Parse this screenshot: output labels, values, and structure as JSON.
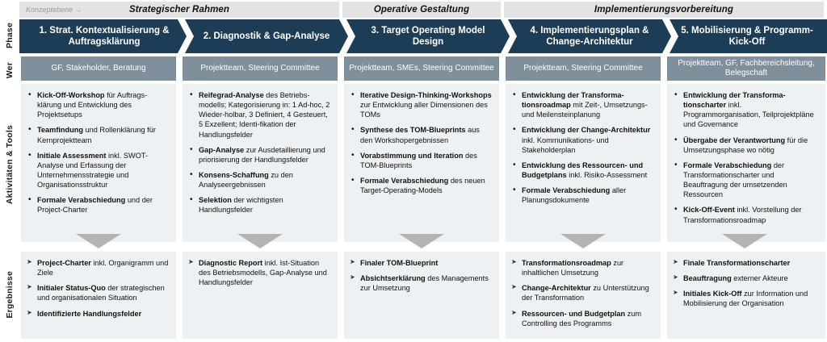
{
  "rows": {
    "phase_label": "Phase",
    "wer_label": "Wer",
    "activities_label": "Aktivitäten & Tools",
    "results_label": "Ergebnisse"
  },
  "konzeptebene_prefix": "Konzeptebene →",
  "bands": [
    {
      "title": "Strategischer Rahmen"
    },
    {
      "title": "Operative Gestaltung"
    },
    {
      "title": "Implementierungsvorbereitung"
    }
  ],
  "colors": {
    "phase_navy": "#1d3d56",
    "wer_grey": "#7f8f9b",
    "card_grey": "#eef1f4",
    "band_grey": "#e3e3e3",
    "arrow_grey": "#b4b4b4"
  },
  "phases": [
    {
      "title": "1. Strat. Kontextualisierung & Auftragsklärung",
      "wer": "GF, Stakeholder, Beratung",
      "activities": [
        {
          "bold": "Kick-Off-Workshop",
          "rest": " für Auftrags-klärung und Entwicklung des Projektsetups"
        },
        {
          "bold": "Teamfindung",
          "rest": " und Rollenklärung für Kernprojektteam"
        },
        {
          "bold": "Initiale Assessment",
          "rest": "  inkl. SWOT-Analyse und Erfassung der Unternehmensstrategie und Organisationsstruktur"
        },
        {
          "bold": "Formale Verabschiedung",
          "rest": " und der Project-Charter"
        }
      ],
      "results": [
        {
          "bold": "Project-Charter",
          "rest": " inkl. Organigramm und Ziele"
        },
        {
          "bold": "Initialer Status-Quo",
          "rest": " der strategischen und organisationalen Situation"
        },
        {
          "bold": "Identifizierte Handlungsfelder",
          "rest": ""
        }
      ]
    },
    {
      "title": "2. Diagnostik & Gap-Analyse",
      "wer": "Projektteam, Steering Committee",
      "activities": [
        {
          "bold": "Reifegrad-Analyse",
          "rest": " des Betriebs-modells; Kategorisierung in: 1 Ad-hoc,  2 Wieder-holbar, 3 Definiert, 4 Gesteuert, 5 Exzellent; Identi-fikation der Handlungsfelder"
        },
        {
          "bold": "Gap-Analyse",
          "rest": " zur Ausdetaillierung und priorisierung der Handlungsfelder"
        },
        {
          "bold": "Konsens-Schaffung",
          "rest": " zu den Analyseergebnissen"
        },
        {
          "bold": "Selektion",
          "rest": " der wichtigsten Handlungsfelder"
        }
      ],
      "results": [
        {
          "bold": "Diagnostic Report",
          "rest": " inkl. Ist-Situation des Betriebsmodells, Gap-Analyse und Handlungsfelder"
        }
      ]
    },
    {
      "title": "3. Target Operating Model Design",
      "wer": "Projektteam, SMEs, Steering Committee",
      "activities": [
        {
          "bold": "Iterative Design-Thinking-Workshops",
          "rest": " zur Entwicklung aller Dimensionen des TOMs"
        },
        {
          "bold": "Synthese des TOM-Blueprints",
          "rest": " aus den Workshopergebnissen"
        },
        {
          "bold": "Vorabstimmung und Iteration",
          "rest": " des TOM-Blueprints"
        },
        {
          "bold": "Formale Verabschiedung",
          "rest": " des neuen Target-Operating-Models"
        }
      ],
      "results": [
        {
          "bold": "Finaler TOM-Blueprint",
          "rest": ""
        },
        {
          "bold": "Absichtserklärung",
          "rest": " des Managements zur Umsetzung"
        }
      ]
    },
    {
      "title": "4. Implementierungsplan & Change-Architektur",
      "wer": "Projektteam, Steering Committee",
      "activities": [
        {
          "bold": "Entwicklung der Transforma-tionsroadmap",
          "rest": " mit Zeit-, Umsetzungs- und Meilensteinplanung"
        },
        {
          "bold": "Entwicklung der Change-Architektur",
          "rest": " inkl. Kommunikations- und Stakeholderplan"
        },
        {
          "bold": "Entwicklung des Ressourcen- und Budgetplans",
          "rest": " inkl. Risiko-Assessment"
        },
        {
          "bold": "Formale Verabschiedung",
          "rest": " aller Planungsdokumente"
        }
      ],
      "results": [
        {
          "bold": "Transformationsroadmap",
          "rest": " zur inhaltlichen Umsetzung"
        },
        {
          "bold": "Change-Architektur",
          "rest": " zu Unterstützung der Transformation"
        },
        {
          "bold": "Ressourcen- und Budgetplan",
          "rest": " zum Controlling des Programms"
        }
      ]
    },
    {
      "title": "5. Mobilisierung & Programm-Kick-Off",
      "wer": "Projektteam, GF, Fachbereichsleitung, Belegschaft",
      "activities": [
        {
          "bold": "Entwicklung der Transforma-tionscharter",
          "rest": " inkl. Programmorganisation, Teilprojektpläne und Governance"
        },
        {
          "bold": "Übergabe der Verantwortung",
          "rest": " für die Umsetzungsphase wo nötig"
        },
        {
          "bold": "Formale Verabschiedung",
          "rest": " der Transformationscharter und Beauftragung der umsetzenden Ressourcen"
        },
        {
          "bold": "Kick-Off-Event",
          "rest": " inkl. Vorstellung der Transformationsroadmap"
        }
      ],
      "results": [
        {
          "bold": "Finale Transformationscharter",
          "rest": ""
        },
        {
          "bold": "Beauftragung",
          "rest": " externer Akteure"
        },
        {
          "bold": "Initiales Kick-Off",
          "rest": " zur Information und Mobilisierung der Organisation"
        }
      ]
    }
  ]
}
